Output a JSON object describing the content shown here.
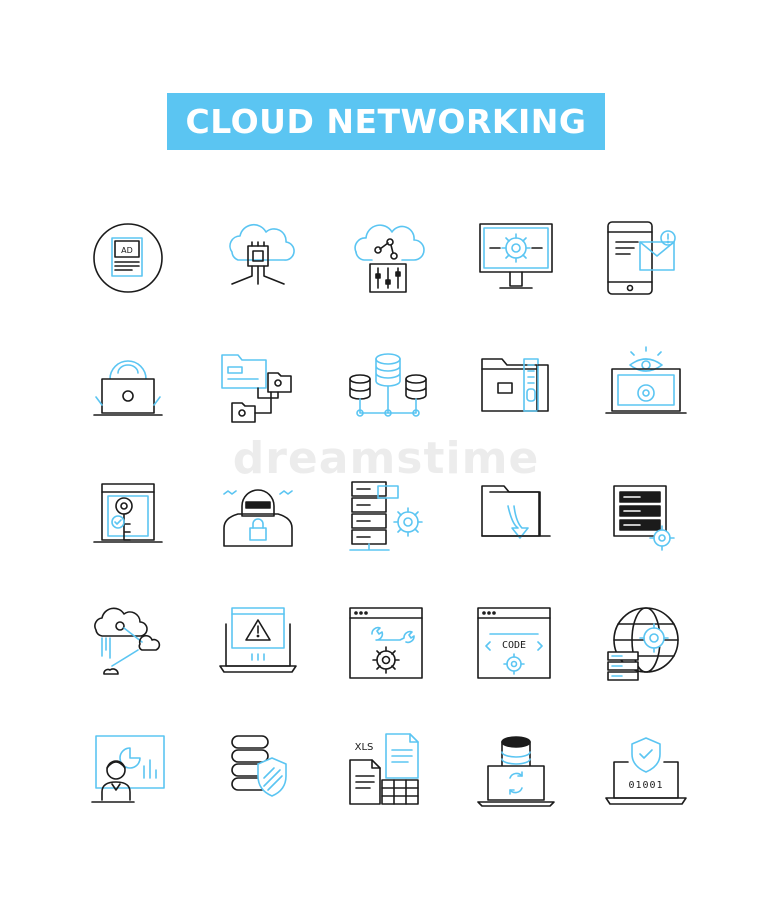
{
  "title": "CLOUD NETWORKING",
  "watermark": "dreamstime",
  "colors": {
    "accent": "#5bc5f2",
    "stroke": "#1b1b1b",
    "background": "#ffffff"
  },
  "icons": [
    {
      "row": 0,
      "col": 0,
      "name": "advertising-document-icon",
      "label": "AD"
    },
    {
      "row": 0,
      "col": 1,
      "name": "cloud-chip-icon"
    },
    {
      "row": 0,
      "col": 2,
      "name": "cloud-network-settings-icon"
    },
    {
      "row": 0,
      "col": 3,
      "name": "monitor-gear-icon"
    },
    {
      "row": 0,
      "col": 4,
      "name": "phone-notification-icon"
    },
    {
      "row": 1,
      "col": 0,
      "name": "hacker-laptop-icon"
    },
    {
      "row": 1,
      "col": 1,
      "name": "folder-network-icon"
    },
    {
      "row": 1,
      "col": 2,
      "name": "database-network-icon"
    },
    {
      "row": 1,
      "col": 3,
      "name": "folder-archive-icon"
    },
    {
      "row": 1,
      "col": 4,
      "name": "laptop-eye-gear-icon"
    },
    {
      "row": 2,
      "col": 0,
      "name": "user-key-security-icon"
    },
    {
      "row": 2,
      "col": 1,
      "name": "hacker-lock-icon"
    },
    {
      "row": 2,
      "col": 2,
      "name": "server-gear-icon"
    },
    {
      "row": 2,
      "col": 3,
      "name": "folder-download-icon"
    },
    {
      "row": 2,
      "col": 4,
      "name": "server-rack-gear-icon"
    },
    {
      "row": 3,
      "col": 0,
      "name": "cloud-connection-icon"
    },
    {
      "row": 3,
      "col": 1,
      "name": "laptop-warning-icon"
    },
    {
      "row": 3,
      "col": 2,
      "name": "browser-tools-icon"
    },
    {
      "row": 3,
      "col": 3,
      "name": "browser-code-icon",
      "label": "CODE"
    },
    {
      "row": 3,
      "col": 4,
      "name": "globe-server-icon"
    },
    {
      "row": 4,
      "col": 0,
      "name": "presenter-analytics-icon"
    },
    {
      "row": 4,
      "col": 1,
      "name": "database-shield-icon"
    },
    {
      "row": 4,
      "col": 2,
      "name": "spreadsheet-files-icon",
      "label": "XLS"
    },
    {
      "row": 4,
      "col": 3,
      "name": "laptop-database-sync-icon"
    },
    {
      "row": 4,
      "col": 4,
      "name": "laptop-shield-binary-icon",
      "label": "01001"
    }
  ]
}
